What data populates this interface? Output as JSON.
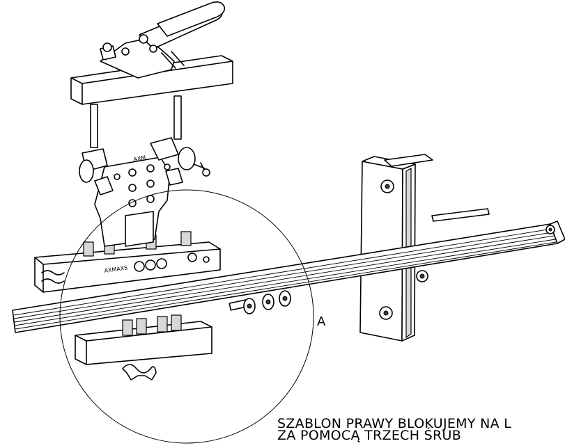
{
  "detail_callout": {
    "label": "A"
  },
  "caption": {
    "line1": "SZABLON PRAWY BLOKUJEMY NA L",
    "line2": "ZA POMOCĄ TRZECH ŚRUB"
  },
  "logos": {
    "upper": "AXM",
    "lower": "AXMAXS"
  }
}
